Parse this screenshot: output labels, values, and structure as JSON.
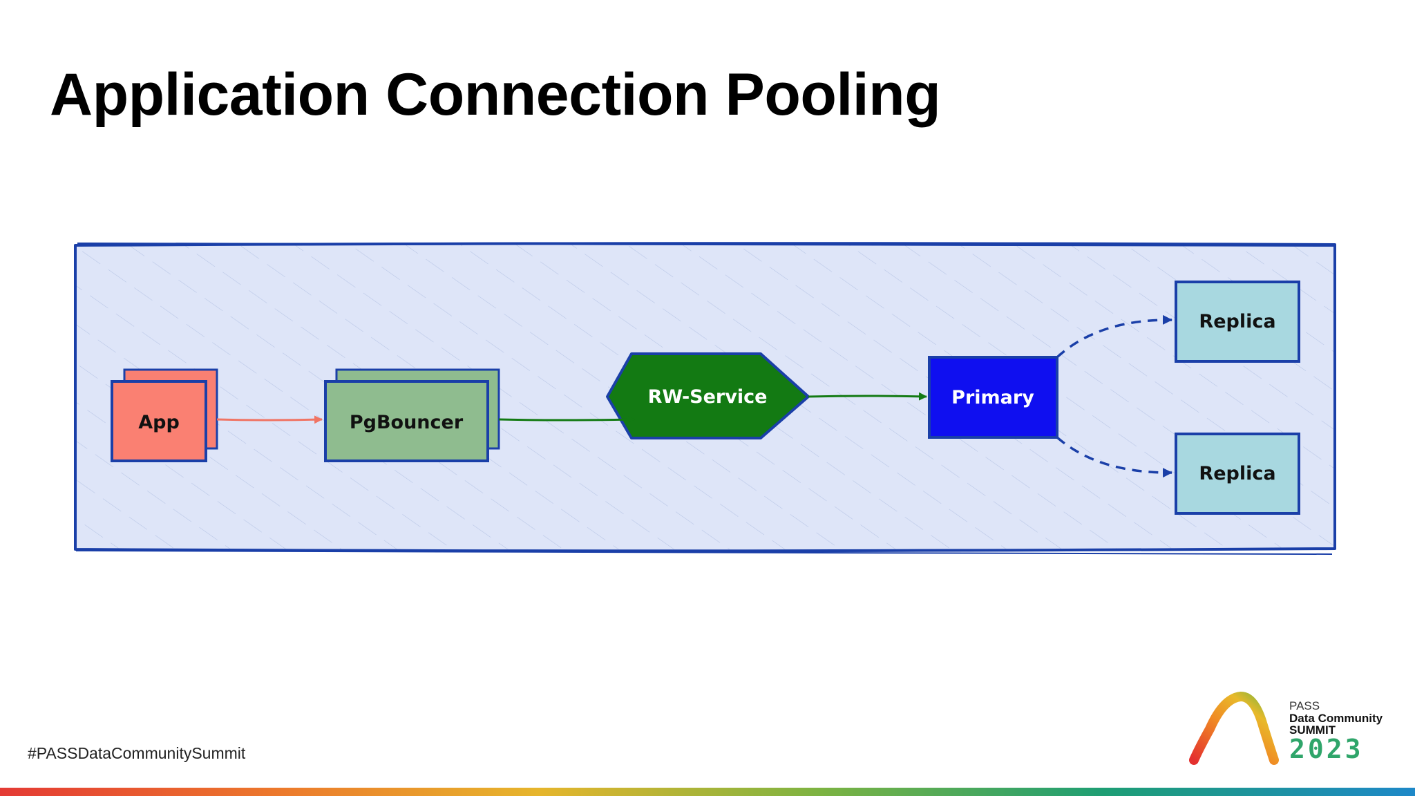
{
  "slide": {
    "title": "Application Connection Pooling",
    "hashtag": "#PASSDataCommunitySummit"
  },
  "diagram": {
    "nodes": {
      "app": {
        "label": "App",
        "fill": "#fa8072"
      },
      "pgbouncer": {
        "label": "PgBouncer",
        "fill": "#8fbc8f"
      },
      "rw_service": {
        "label": "RW-Service",
        "fill": "#137a13"
      },
      "primary": {
        "label": "Primary",
        "fill": "#0f0ff0"
      },
      "replica_top": {
        "label": "Replica",
        "fill": "#a8d8e0"
      },
      "replica_bottom": {
        "label": "Replica",
        "fill": "#a8d8e0"
      }
    },
    "container_fill": "#dee5f8",
    "stroke_color": "#1a3fa8"
  },
  "logo": {
    "line1": "PASS",
    "line2": "Data Community",
    "line3": "SUMMIT",
    "year": "2023"
  }
}
